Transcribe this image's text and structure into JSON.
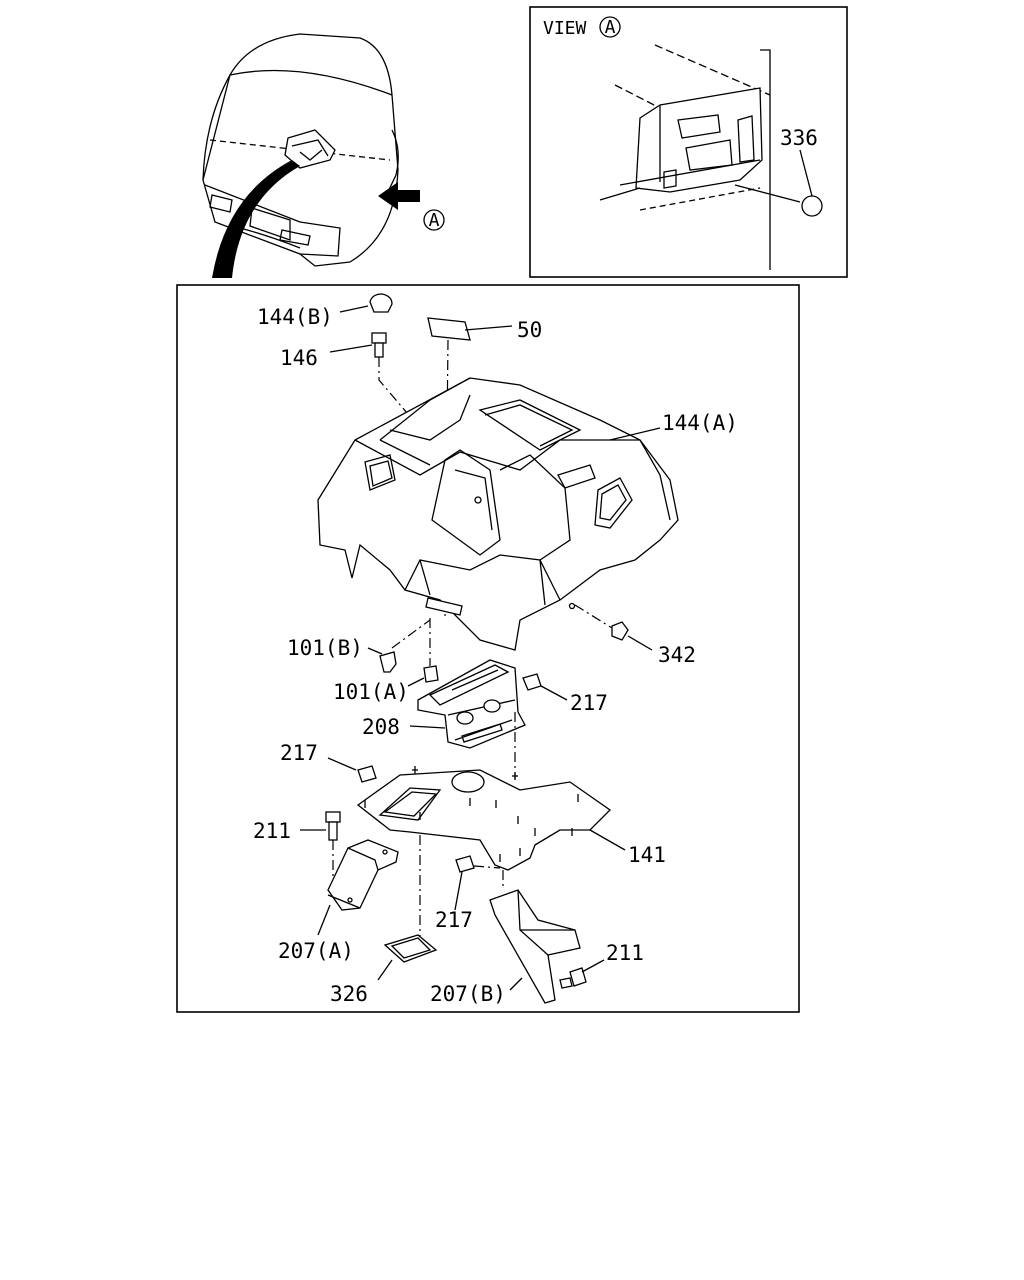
{
  "view_box": {
    "title": "VIEW",
    "title_circle": "A",
    "callout_336": "336"
  },
  "truck_view": {
    "arrow_label": "A"
  },
  "callouts": {
    "c144b": "144(B)",
    "c146": "146",
    "c50": "50",
    "c144a": "144(A)",
    "c101b": "101(B)",
    "c101a": "101(A)",
    "c342": "342",
    "c217_top": "217",
    "c208": "208",
    "c217_left": "217",
    "c211_left": "211",
    "c141": "141",
    "c217_mid": "217",
    "c207a": "207(A)",
    "c326": "326",
    "c207b": "207(B)",
    "c211_right": "211"
  }
}
